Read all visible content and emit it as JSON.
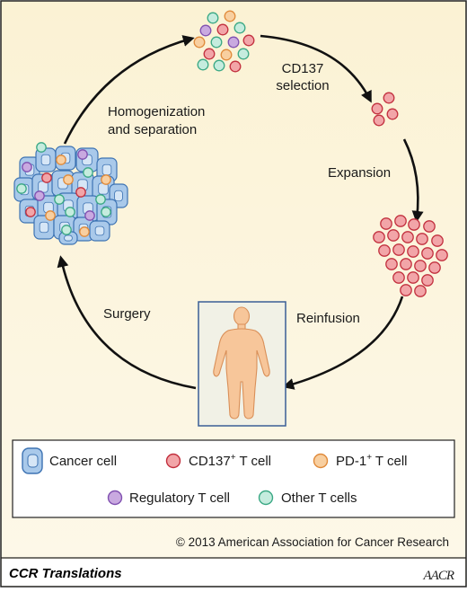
{
  "cycle": {
    "steps": [
      {
        "id": "selection",
        "lines": [
          "CD137",
          "selection"
        ]
      },
      {
        "id": "expansion",
        "lines": [
          "Expansion"
        ]
      },
      {
        "id": "reinfusion",
        "lines": [
          "Reinfusion"
        ]
      },
      {
        "id": "surgery",
        "lines": [
          "Surgery"
        ]
      },
      {
        "id": "homogenization",
        "lines": [
          "Homogenization",
          "and separation"
        ]
      }
    ]
  },
  "legend": {
    "items": [
      {
        "id": "cancer",
        "label": "Cancer cell",
        "color": "#a9c9ea",
        "stroke": "#3d73b3"
      },
      {
        "id": "cd137",
        "label": "CD137",
        "sup": "+",
        "suffix": " T cell",
        "color": "#f2a5a8",
        "stroke": "#c2303e"
      },
      {
        "id": "pd1",
        "label": "PD-1",
        "sup": "+",
        "suffix": " T cell",
        "color": "#f8cfa0",
        "stroke": "#e08a3a"
      },
      {
        "id": "treg",
        "label": "Regulatory T cell",
        "color": "#c9a9e0",
        "stroke": "#8050b0"
      },
      {
        "id": "other",
        "label": "Other T cells",
        "color": "#c5ecde",
        "stroke": "#3aa884"
      }
    ]
  },
  "copyright": "© 2013 American Association for Cancer Research",
  "footer": {
    "title": "CCR Translations",
    "logo": "AACR"
  },
  "colors": {
    "background_top": "#fbf3d9",
    "background_bottom": "#fdf8e8",
    "arrow": "#111111",
    "body_fill": "#f7c69a",
    "body_stroke": "#d98f58",
    "body_panel_bg": "#f1f1e8",
    "body_panel_border": "#3a5e96"
  }
}
